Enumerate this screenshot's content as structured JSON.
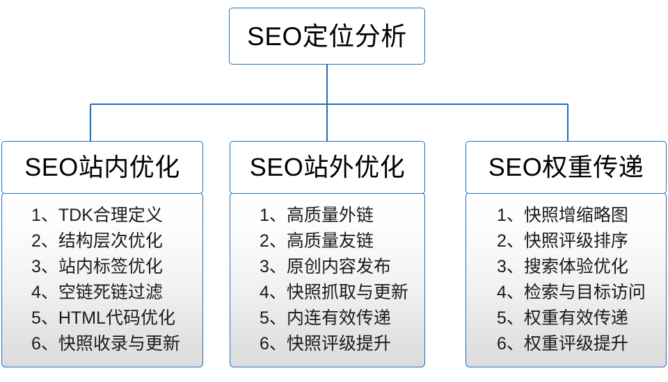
{
  "diagram": {
    "root": {
      "title": "SEO定位分析"
    },
    "accent_color": "#1f6fc0",
    "body_gradient_top": "#ffffff",
    "body_gradient_bottom": "#dcdcdc",
    "branches": [
      {
        "title": "SEO站内优化",
        "items": [
          {
            "num": "1、",
            "text": "TDK合理定义"
          },
          {
            "num": "2、",
            "text": "结构层次优化"
          },
          {
            "num": "3、",
            "text": "站内标签优化"
          },
          {
            "num": "4、",
            "text": "空链死链过滤"
          },
          {
            "num": "5、",
            "text": "HTML代码优化"
          },
          {
            "num": "6、",
            "text": "快照收录与更新"
          }
        ]
      },
      {
        "title": "SEO站外优化",
        "items": [
          {
            "num": "1、",
            "text": "高质量外链"
          },
          {
            "num": "2、",
            "text": "高质量友链"
          },
          {
            "num": "3、",
            "text": "原创内容发布"
          },
          {
            "num": "4、",
            "text": "快照抓取与更新"
          },
          {
            "num": "5、",
            "text": "内连有效传递"
          },
          {
            "num": "6、",
            "text": "快照评级提升"
          }
        ]
      },
      {
        "title": "SEO权重传递",
        "items": [
          {
            "num": "1、",
            "text": "快照增缩略图"
          },
          {
            "num": "2、",
            "text": "快照评级排序"
          },
          {
            "num": "3、",
            "text": "搜索体验优化"
          },
          {
            "num": "4、",
            "text": "检索与目标访问"
          },
          {
            "num": "5、",
            "text": "权重有效传递"
          },
          {
            "num": "6、",
            "text": "权重评级提升"
          }
        ]
      }
    ]
  }
}
